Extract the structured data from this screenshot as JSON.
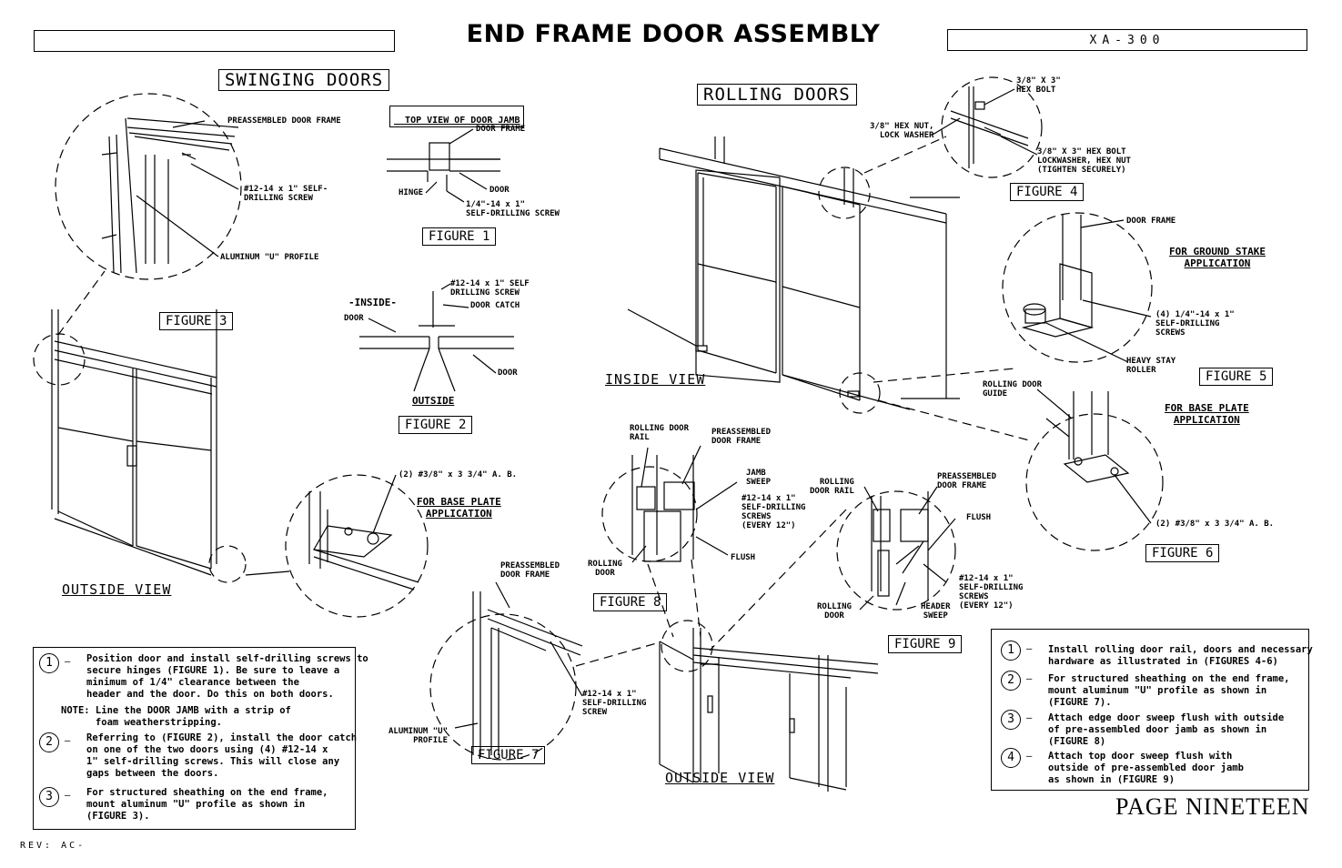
{
  "title": "END FRAME DOOR ASSEMBLY",
  "part_number": "XA-300",
  "sections": {
    "swinging": "SWINGING DOORS",
    "rolling": "ROLLING DOORS"
  },
  "figures": {
    "f1": "FIGURE 1",
    "f2": "FIGURE 2",
    "f3": "FIGURE 3",
    "f4": "FIGURE 4",
    "f5": "FIGURE 5",
    "f6": "FIGURE 6",
    "f7": "FIGURE 7",
    "f8": "FIGURE 8",
    "f9": "FIGURE 9"
  },
  "views": {
    "outside_left": "OUTSIDE VIEW",
    "inside": "INSIDE VIEW",
    "outside_bottom": "OUTSIDE VIEW"
  },
  "labels": {
    "preassembled_frame": "PREASSEMBLED DOOR FRAME",
    "screw_12_14_a": "#12-14 x 1\" SELF-\nDRILLING SCREW",
    "aluminum_u": "ALUMINUM \"U\" PROFILE",
    "top_view_jamb": "TOP VIEW OF DOOR JAMB",
    "door_frame_f1": "DOOR FRAME",
    "hinge": "HINGE",
    "door_f1": "DOOR",
    "screw_quarter": "1/4\"-14 x 1\"\nSELF-DRILLING SCREW",
    "screw_12_14_f2": "#12-14 x 1\" SELF\nDRILLING SCREW",
    "inside": "-INSIDE-",
    "door_catch": "DOOR CATCH",
    "door_f2_left": "DOOR",
    "door_f2_right": "DOOR",
    "outside": "OUTSIDE",
    "hex_bolt": "3/8\" X 3\"\nHEX BOLT",
    "hex_nut": "3/8\" HEX NUT,\nLOCK WASHER",
    "hex_bolt_full": "3/8\" X 3\" HEX BOLT\nLOCKWASHER, HEX NUT\n(TIGHTEN SECURELY)",
    "door_frame_f5": "DOOR FRAME",
    "ground_stake": "FOR GROUND STAKE\nAPPLICATION",
    "screws_quarter_4": "(4) 1/4\"-14 x 1\"\nSELF-DRILLING\nSCREWS",
    "heavy_stay": "HEAVY STAY\nROLLER",
    "rolling_guide": "ROLLING DOOR\nGUIDE",
    "base_plate_right": "FOR BASE PLATE\nAPPLICATION",
    "anchor_right": "(2) #3/8\" x 3 3/4\" A. B.",
    "anchor_left": "(2) #3/8\" x 3 3/4\" A. B.",
    "base_plate_left": "FOR BASE PLATE\nAPPLICATION",
    "f8_rail": "ROLLING DOOR\nRAIL",
    "f8_frame": "PREASSEMBLED\nDOOR FRAME",
    "f8_jamb": "JAMB\nSWEEP",
    "f8_screws": "#12-14 x 1\"\nSELF-DRILLING\nSCREWS\n(EVERY 12\")",
    "f8_flush": "FLUSH",
    "f8_door": "ROLLING\nDOOR",
    "f7_frame": "PREASSEMBLED\nDOOR FRAME",
    "f7_screw": "#12-14 x 1\"\nSELF-DRILLING\nSCREW",
    "f7_profile": "ALUMINUM \"U\"\nPROFILE",
    "f9_rail": "ROLLING\nDOOR RAIL",
    "f9_frame": "PREASSEMBLED\nDOOR FRAME",
    "f9_flush": "FLUSH",
    "f9_screws": "#12-14 x 1\"\nSELF-DRILLING\nSCREWS\n(EVERY 12\")",
    "f9_header": "HEADER\nSWEEP",
    "f9_door": "ROLLING\nDOOR"
  },
  "notes_left": [
    {
      "num": "1",
      "text": "Position door and install self-drilling screws to\nsecure hinges (FIGURE 1). Be sure to leave a\nminimum of 1/4\" clearance between the\nheader and the door. Do this on both doors."
    },
    {
      "num": "",
      "text": "NOTE: Line the DOOR JAMB with a strip of\n      foam weatherstripping."
    },
    {
      "num": "2",
      "text": "Referring to (FIGURE 2), install the door catch\non one of the two doors using (4) #12-14 x\n1\" self-drilling screws. This will close any\ngaps between the doors."
    },
    {
      "num": "3",
      "text": "For structured sheathing on the end frame,\nmount aluminum \"U\" profile as shown in\n(FIGURE 3)."
    }
  ],
  "notes_right": [
    {
      "num": "1",
      "text": "Install rolling door rail, doors and necessary\nhardware as illustrated in (FIGURES 4-6)"
    },
    {
      "num": "2",
      "text": "For structured sheathing on the end frame,\nmount aluminum \"U\" profile as shown in\n(FIGURE 7)."
    },
    {
      "num": "3",
      "text": "Attach edge door sweep flush with outside\nof pre-assembled door jamb as shown in\n(FIGURE 8)"
    },
    {
      "num": "4",
      "text": "Attach top door sweep flush with\noutside of pre-assembled door jamb\nas shown in (FIGURE 9)"
    }
  ],
  "page_label": "PAGE NINETEEN",
  "revision": "REV: AC-"
}
